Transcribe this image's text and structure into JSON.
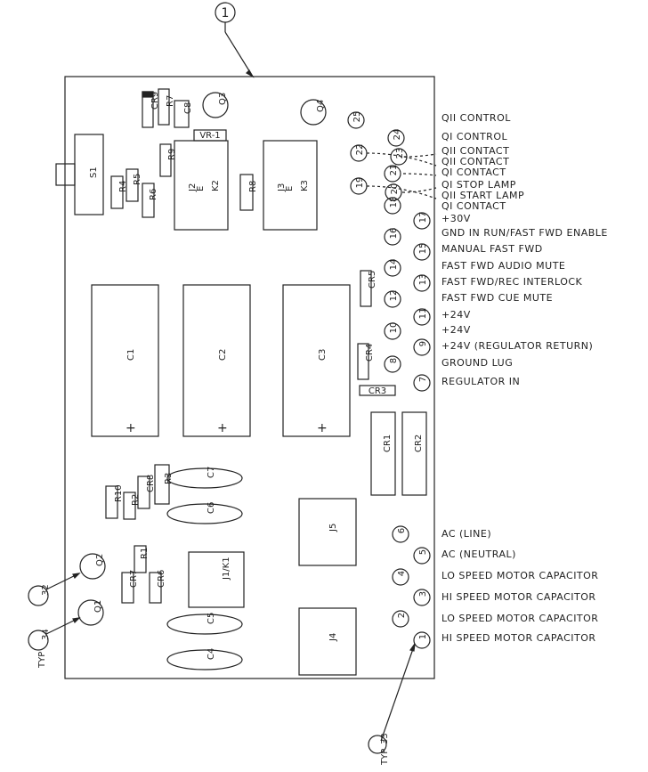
{
  "callouts": {
    "top": "1",
    "q2_callout": "32",
    "q1_callout": "34",
    "q1_typ": "TYP",
    "bottom": "33",
    "bottom_typ": "TYP"
  },
  "terminal_labels": [
    {
      "num": "25",
      "label": "QII CONTROL"
    },
    {
      "num": "24",
      "label": "QI CONTROL"
    },
    {
      "num": "23",
      "label": "QII CONTACT"
    },
    {
      "num": "22",
      "label": "QII CONTACT"
    },
    {
      "num": "21",
      "label": "QI CONTACT"
    },
    {
      "num": "20",
      "label": "QI STOP LAMP"
    },
    {
      "num": "19",
      "label": "QII START LAMP"
    },
    {
      "num": "18",
      "label": "QI CONTACT"
    },
    {
      "num": "17",
      "label": "+30V"
    },
    {
      "num": "16",
      "label": "GND IN RUN/FAST FWD ENABLE"
    },
    {
      "num": "15",
      "label": "MANUAL FAST FWD"
    },
    {
      "num": "14",
      "label": "FAST FWD AUDIO MUTE"
    },
    {
      "num": "13",
      "label": "FAST FWD/REC INTERLOCK"
    },
    {
      "num": "12",
      "label": "FAST FWD CUE MUTE"
    },
    {
      "num": "11",
      "label": "+24V"
    },
    {
      "num": "10",
      "label": "+24V"
    },
    {
      "num": "9",
      "label": "+24V (REGULATOR RETURN)"
    },
    {
      "num": "8",
      "label": "GROUND LUG"
    },
    {
      "num": "7",
      "label": "REGULATOR IN"
    }
  ],
  "ac_labels": [
    {
      "num": "6",
      "label": "AC (LINE)"
    },
    {
      "num": "5",
      "label": "AC (NEUTRAL)"
    },
    {
      "num": "4",
      "label": "LO SPEED MOTOR CAPACITOR"
    },
    {
      "num": "3",
      "label": "HI SPEED MOTOR CAPACITOR"
    },
    {
      "num": "2",
      "label": "LO SPEED MOTOR CAPACITOR"
    },
    {
      "num": "1",
      "label": "HI SPEED MOTOR CAPACITOR"
    }
  ],
  "components": {
    "s1": "S1",
    "r4": "R4",
    "r5": "R5",
    "r6": "R6",
    "cr9": "CR9",
    "r7": "R7",
    "c8": "C8",
    "q3": "Q3",
    "q4": "Q4",
    "vr": "VR-1",
    "r9": "R9",
    "r8": "R8",
    "j2": "J2",
    "e2": "E",
    "k2": "K2",
    "j3": "J3",
    "e3": "E",
    "k3": "K3",
    "c1": "C1",
    "c2": "C2",
    "c3": "C3",
    "cr5": "CR5",
    "cr4": "CR4",
    "cr3": "CR3",
    "cr1": "CR1",
    "cr2": "CR2",
    "r10": "R10",
    "r2": "R2",
    "cr8": "CR8",
    "r3": "R3",
    "c7": "C7",
    "c6": "C6",
    "c5": "C5",
    "c4": "C4",
    "q2": "Q2",
    "q1": "Q1",
    "cr7": "CR7",
    "r1": "R1",
    "cr6": "CR6",
    "j1k1": "J1/K1",
    "j5": "J5",
    "j4": "J4",
    "plus": "+",
    "minus": "−"
  }
}
